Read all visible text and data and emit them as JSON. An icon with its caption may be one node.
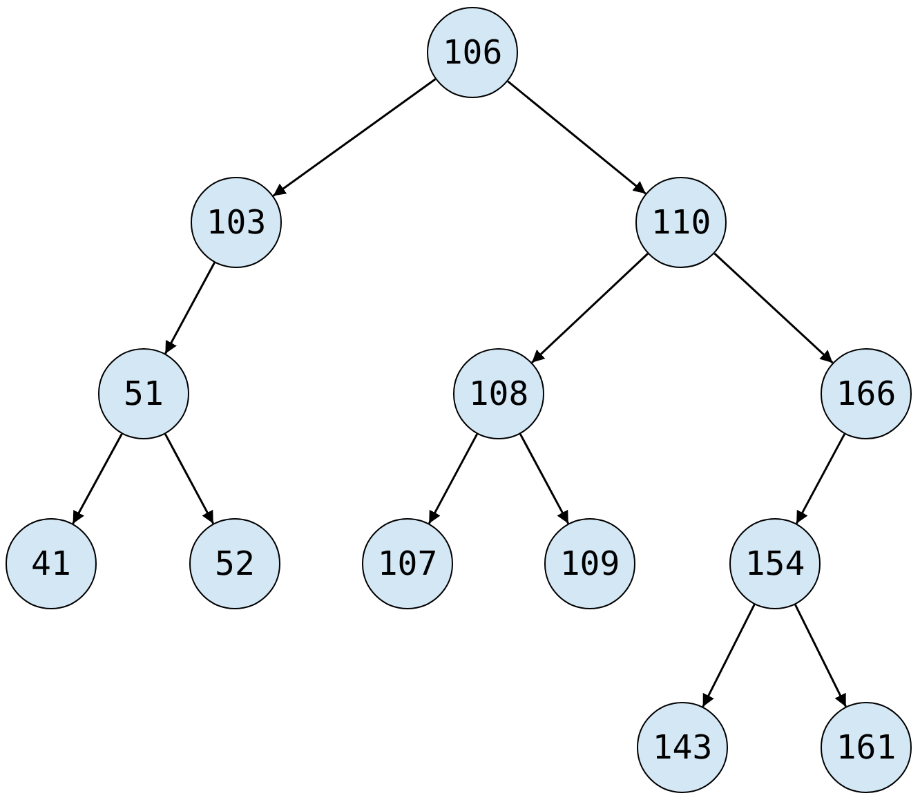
{
  "diagram": {
    "nodes": [
      {
        "text": [
          "106"
        ]
      },
      {
        "text": [
          "103"
        ]
      },
      {
        "text": [
          "110"
        ]
      },
      {
        "text": [
          "51"
        ]
      },
      {
        "text": [
          "108"
        ]
      },
      {
        "text": [
          "166"
        ]
      },
      {
        "text": [
          "41"
        ]
      },
      {
        "text": [
          "52"
        ]
      },
      {
        "text": [
          "107"
        ]
      },
      {
        "text": [
          "109"
        ]
      },
      {
        "text": [
          "154"
        ]
      },
      {
        "text": [
          "143"
        ]
      },
      {
        "text": [
          "161"
        ]
      }
    ],
    "edges": [
      {
        "from": 0,
        "to": 1,
        "arrow": "to"
      },
      {
        "from": 0,
        "to": 2,
        "arrow": "to"
      },
      {
        "from": 1,
        "to": 3,
        "arrow": "to"
      },
      {
        "from": 3,
        "to": 6,
        "arrow": "to"
      },
      {
        "from": 3,
        "to": 7,
        "arrow": "to"
      },
      {
        "from": 2,
        "to": 4,
        "arrow": "to"
      },
      {
        "from": 2,
        "to": 5,
        "arrow": "to"
      },
      {
        "from": 4,
        "to": 8,
        "arrow": "to"
      },
      {
        "from": 4,
        "to": 9,
        "arrow": "to"
      },
      {
        "from": 5,
        "to": 10,
        "arrow": "to"
      },
      {
        "from": 10,
        "to": 11,
        "arrow": "to"
      },
      {
        "from": 10,
        "to": 12,
        "arrow": "to"
      }
    ]
  }
}
